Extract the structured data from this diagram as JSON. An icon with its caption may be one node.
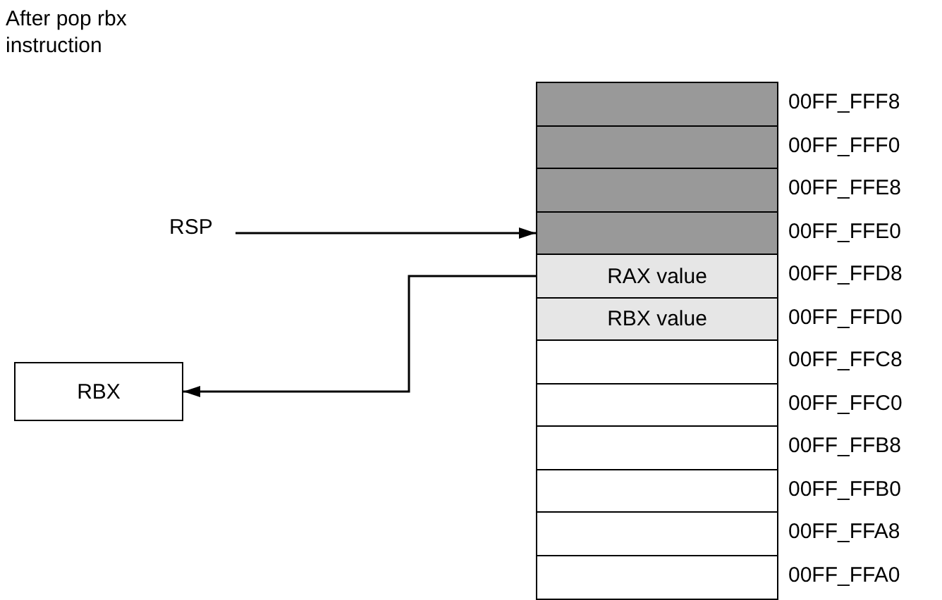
{
  "diagram": {
    "title": "After pop rbx instruction",
    "nodes": [
      {
        "text": [
          "RSP"
        ]
      },
      {
        "text": [],
        "shape": "box",
        "beside": [
          "00FF_FFF8"
        ]
      },
      {
        "text": [],
        "shape": "box",
        "beside": [
          "00FF_FFF0"
        ]
      },
      {
        "text": [],
        "shape": "box",
        "beside": [
          "00FF_FFE8"
        ]
      },
      {
        "text": [],
        "shape": "box",
        "beside": [
          "00FF_FFE0"
        ]
      },
      {
        "text": [
          "RAX value"
        ],
        "beside": [
          "00FF_FFD8"
        ]
      },
      {
        "text": [
          "RBX value"
        ],
        "beside": [
          "00FF_FFD0"
        ]
      },
      {
        "text": [],
        "shape": "box",
        "beside": [
          "00FF_FFC8"
        ]
      },
      {
        "text": [],
        "shape": "box",
        "beside": [
          "00FF_FFC0"
        ]
      },
      {
        "text": [],
        "shape": "box",
        "beside": [
          "00FF_FFB8"
        ]
      },
      {
        "text": [],
        "shape": "box",
        "beside": [
          "00FF_FFB0"
        ]
      },
      {
        "text": [],
        "shape": "box",
        "beside": [
          "00FF_FFA8"
        ]
      },
      {
        "text": [],
        "shape": "box",
        "beside": [
          "00FF_FFA0"
        ]
      },
      {
        "text": [
          "RBX"
        ]
      }
    ],
    "edges": [
      {
        "from": 0,
        "to": 4,
        "arrow": "to"
      },
      {
        "from": 5,
        "to": 13,
        "arrow": "to"
      }
    ]
  }
}
